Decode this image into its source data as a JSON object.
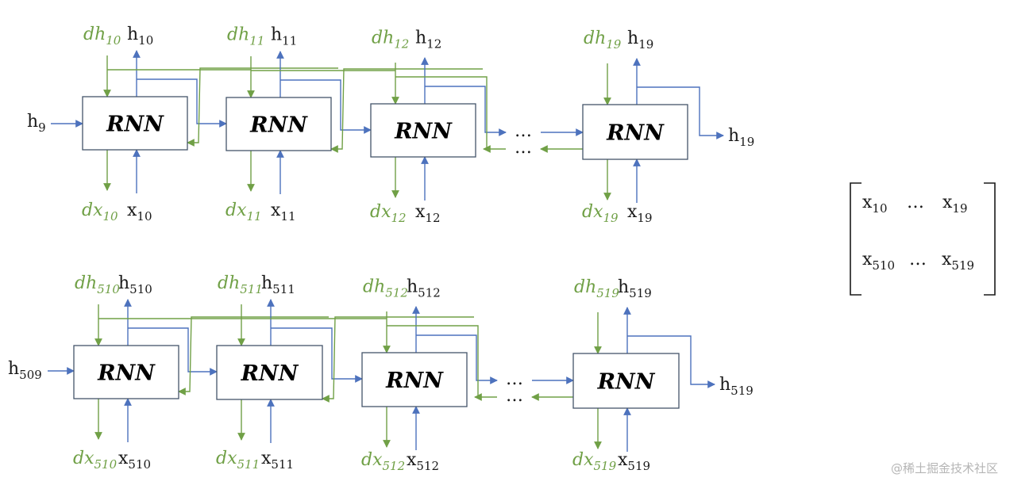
{
  "cell_label": "RNN",
  "ellipsis": "…",
  "rows": [
    {
      "h_in": {
        "base": "h",
        "sub": "9"
      },
      "h_out": {
        "base": "h",
        "sub": "19"
      },
      "cells": [
        {
          "dh": "10",
          "h": "10",
          "dx": "10",
          "x": "10"
        },
        {
          "dh": "11",
          "h": "11",
          "dx": "11",
          "x": "11"
        },
        {
          "dh": "12",
          "h": "12",
          "dx": "12",
          "x": "12"
        },
        {
          "dh": "19",
          "h": "19",
          "dx": "19",
          "x": "19"
        }
      ]
    },
    {
      "h_in": {
        "base": "h",
        "sub": "509"
      },
      "h_out": {
        "base": "h",
        "sub": "519"
      },
      "cells": [
        {
          "dh": "510",
          "h": "510",
          "dx": "510",
          "x": "510"
        },
        {
          "dh": "511",
          "h": "511",
          "dx": "511",
          "x": "511"
        },
        {
          "dh": "512",
          "h": "512",
          "dx": "512",
          "x": "512"
        },
        {
          "dh": "519",
          "h": "519",
          "dx": "519",
          "x": "519"
        }
      ]
    }
  ],
  "matrix": {
    "row1": {
      "left": "10",
      "right": "19"
    },
    "row2": {
      "left": "510",
      "right": "519"
    },
    "base": "x",
    "dots": "…"
  },
  "watermark": "@稀土掘金技术社区",
  "colors": {
    "forward": "#4d72bd",
    "backward": "#70a046",
    "box": "#44546a",
    "text": "#1a1a1a"
  }
}
